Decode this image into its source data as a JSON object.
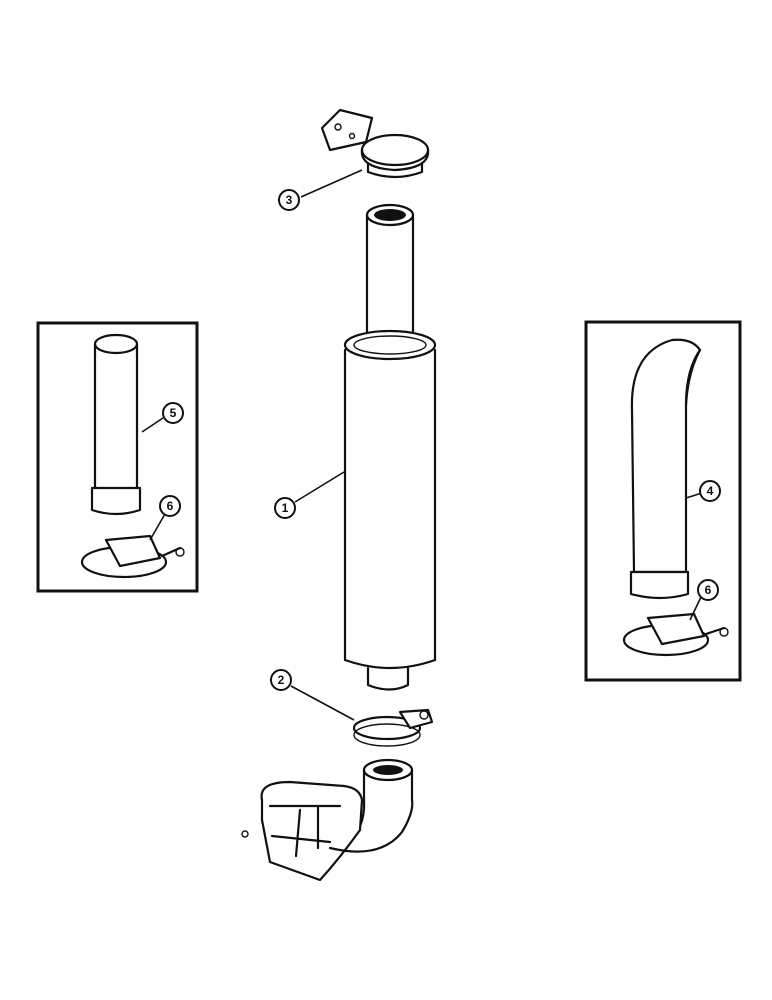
{
  "diagram": {
    "callouts": {
      "muffler": "1",
      "lower_clamp": "2",
      "rain_cap": "3",
      "curved_pipe": "4",
      "straight_pipe": "5",
      "left_clamp": "6",
      "right_clamp": "6"
    },
    "insets": [
      "straight-pipe-option",
      "curved-pipe-option"
    ]
  }
}
